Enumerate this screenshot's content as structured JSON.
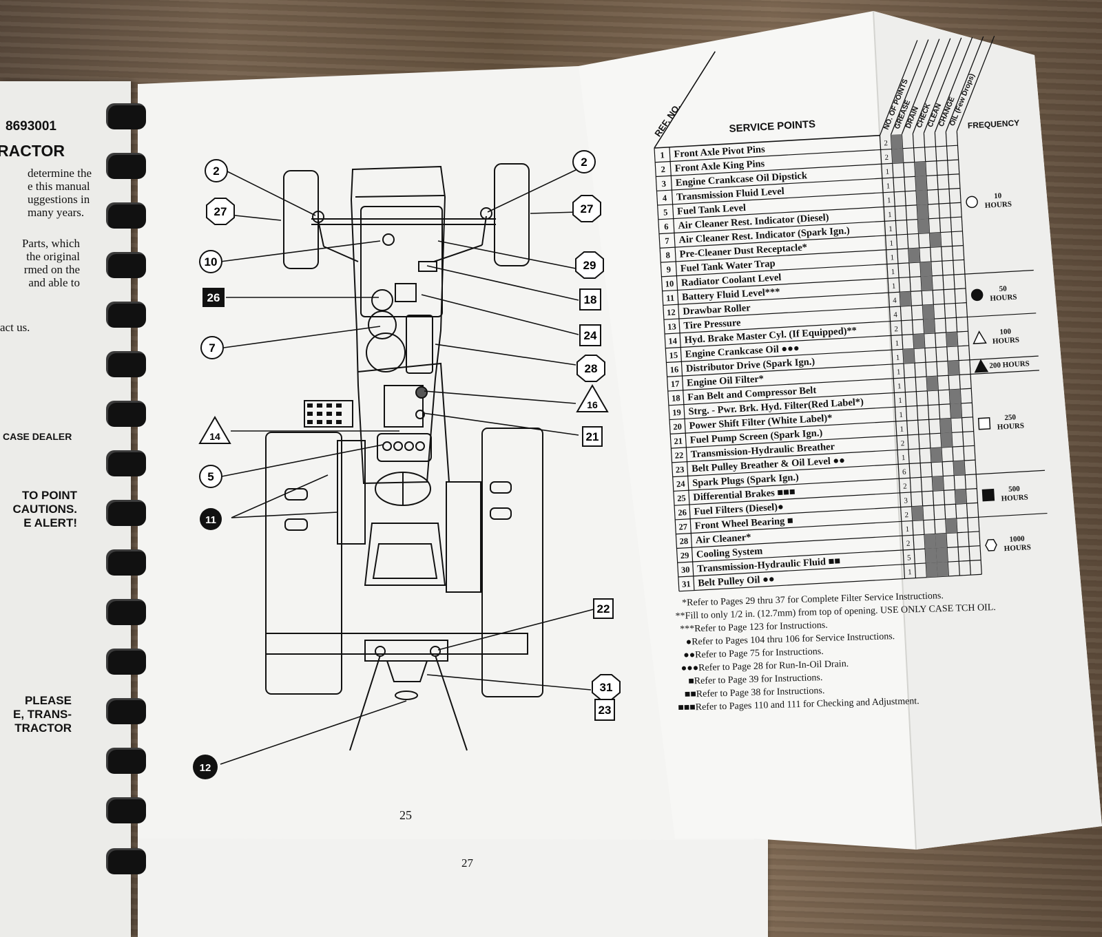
{
  "left_page": {
    "part_no": "8693001",
    "heading": "RACTOR",
    "para1": [
      "determine the",
      "e this manual",
      "uggestions in",
      "many years."
    ],
    "para2": [
      "Parts, which",
      "the original",
      "rmed on the",
      "and able to"
    ],
    "para3": "act us.",
    "dealer": "CASE DEALER",
    "alert": [
      "TO   POINT",
      "CAUTIONS.",
      "E  ALERT!"
    ],
    "please": [
      "PLEASE",
      "E,  TRANS-",
      "TRACTOR"
    ]
  },
  "diagram": {
    "page_number": "25",
    "under_page_number": "27",
    "callouts_left": [
      "2",
      "27",
      "10",
      "26",
      "7",
      "14",
      "5",
      "11",
      "12"
    ],
    "callouts_right": [
      "2",
      "27",
      "29",
      "18",
      "24",
      "28",
      "16",
      "21",
      "22",
      "31",
      "23"
    ]
  },
  "chart": {
    "ref_header": "REF. NO.",
    "service_header": "SERVICE POINTS",
    "col_headers": [
      "NO. OF POINTS",
      "GREASE",
      "DRAIN",
      "CHECK",
      "CLEAN",
      "CHANGE",
      "OIL (Few Drops)"
    ],
    "frequency_header": "FREQUENCY",
    "rows": [
      {
        "ref": "1",
        "label": "Front Axle Pivot Pins",
        "points": "2"
      },
      {
        "ref": "2",
        "label": "Front Axle King Pins",
        "points": "2"
      },
      {
        "ref": "3",
        "label": "Engine Crankcase Oil Dipstick",
        "points": "1"
      },
      {
        "ref": "4",
        "label": "Transmission Fluid Level",
        "points": "1"
      },
      {
        "ref": "5",
        "label": "Fuel Tank Level",
        "points": "1"
      },
      {
        "ref": "6",
        "label": "Air Cleaner Rest. Indicator (Diesel)",
        "points": "1"
      },
      {
        "ref": "7",
        "label": "Air Cleaner Rest. Indicator (Spark Ign.)",
        "points": "1"
      },
      {
        "ref": "8",
        "label": "Pre-Cleaner Dust Receptacle*",
        "points": "1"
      },
      {
        "ref": "9",
        "label": "Fuel Tank Water Trap",
        "points": "1"
      },
      {
        "ref": "10",
        "label": "Radiator Coolant Level",
        "points": "1"
      },
      {
        "ref": "11",
        "label": "Battery Fluid Level***",
        "points": "1"
      },
      {
        "ref": "12",
        "label": "Drawbar Roller",
        "points": "4"
      },
      {
        "ref": "13",
        "label": "Tire Pressure",
        "points": "4"
      },
      {
        "ref": "14",
        "label": "Hyd. Brake Master Cyl. (If Equipped)**",
        "points": "2"
      },
      {
        "ref": "15",
        "label": "Engine Crankcase Oil ●●●",
        "points": "1"
      },
      {
        "ref": "16",
        "label": "Distributor Drive (Spark Ign.)",
        "points": "1"
      },
      {
        "ref": "17",
        "label": "Engine Oil Filter*",
        "points": "1"
      },
      {
        "ref": "18",
        "label": "Fan Belt and Compressor Belt",
        "points": "1"
      },
      {
        "ref": "19",
        "label": "Strg. - Pwr. Brk. Hyd. Filter(Red Label*)",
        "points": "1"
      },
      {
        "ref": "20",
        "label": "Power Shift Filter (White Label)*",
        "points": "1"
      },
      {
        "ref": "21",
        "label": "Fuel Pump Screen (Spark Ign.)",
        "points": "1"
      },
      {
        "ref": "22",
        "label": "Transmission-Hydraulic Breather",
        "points": "2"
      },
      {
        "ref": "23",
        "label": "Belt Pulley Breather & Oil Level ●●",
        "points": "1"
      },
      {
        "ref": "24",
        "label": "Spark Plugs (Spark Ign.)",
        "points": "6"
      },
      {
        "ref": "25",
        "label": "Differential Brakes ■■■",
        "points": "2"
      },
      {
        "ref": "26",
        "label": "Fuel Filters (Diesel)●",
        "points": "3"
      },
      {
        "ref": "27",
        "label": "Front Wheel Bearing ■",
        "points": "2"
      },
      {
        "ref": "28",
        "label": "Air Cleaner*",
        "points": "1"
      },
      {
        "ref": "29",
        "label": "Cooling System",
        "points": "2"
      },
      {
        "ref": "30",
        "label": "Transmission-Hydraulic Fluid ■■",
        "points": "5"
      },
      {
        "ref": "31",
        "label": "Belt Pulley Oil ●●",
        "points": "1"
      }
    ],
    "frequencies": [
      {
        "symbol": "circle-open",
        "label": [
          "10",
          "HOURS"
        ]
      },
      {
        "symbol": "circle-filled",
        "label": [
          "50",
          "HOURS"
        ]
      },
      {
        "symbol": "triangle-open",
        "label": [
          "100",
          "HOURS"
        ]
      },
      {
        "symbol": "triangle-filled",
        "label": [
          "200 HOURS"
        ]
      },
      {
        "symbol": "square-open",
        "label": [
          "250",
          "HOURS"
        ]
      },
      {
        "symbol": "square-filled",
        "label": [
          "500",
          "HOURS"
        ]
      },
      {
        "symbol": "hexagon-open",
        "label": [
          "1000",
          "HOURS"
        ]
      }
    ],
    "notes": [
      "*Refer to Pages 29 thru 37 for Complete Filter Service Instructions.",
      "**Fill to only 1/2 in. (12.7mm) from top of opening. USE ONLY CASE TCH OIL.",
      "***Refer to Page 123 for Instructions.",
      "●Refer to Pages 104 thru 106 for Service Instructions.",
      "●●Refer to Page 75 for Instructions.",
      "●●●Refer to Page 28 for Run-In-Oil Drain.",
      "■Refer to Page 39 for Instructions.",
      "■■Refer to Page 38 for Instructions.",
      "■■■Refer to Pages 110 and 111 for Checking and Adjustment."
    ]
  }
}
